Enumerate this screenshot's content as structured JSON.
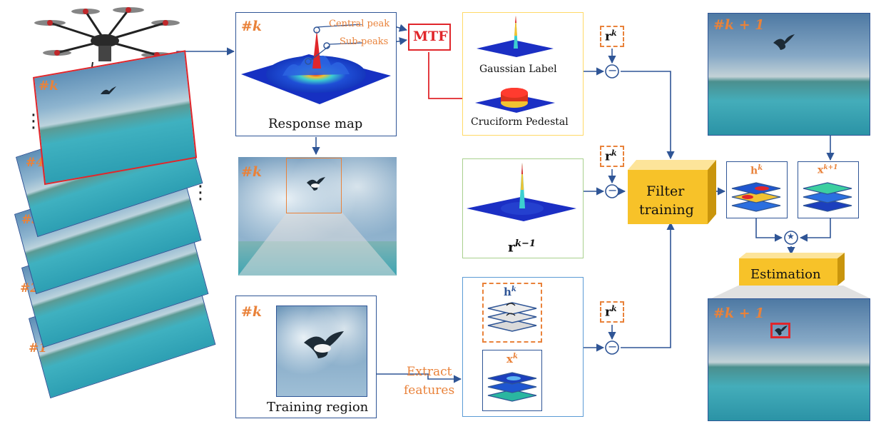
{
  "frames": {
    "stack_labels": [
      "#1",
      "#2",
      "#3",
      "#4",
      "#k"
    ],
    "ellipsis": "⋮",
    "frame_k": "#k",
    "frame_k1": "#k + 1"
  },
  "response": {
    "label": "Response map",
    "central_peak": "Central peak",
    "sub_peaks": "Sub-peaks"
  },
  "mtf": {
    "label": "MTF"
  },
  "labels": {
    "gaussian": "Gaussian Label",
    "cruciform": "Cruciform Pedestal",
    "r_prev": "r",
    "r_prev_sup": "k−1",
    "r_k": "r",
    "r_k_sup": "k",
    "plus": "+",
    "minus": "−",
    "star": "★"
  },
  "filter": {
    "line1": "Filter",
    "line2": "training"
  },
  "estimation": {
    "label": "Estimation"
  },
  "training": {
    "label": "Training region"
  },
  "extract": {
    "line1": "Extract",
    "line2": "features"
  },
  "features": {
    "h": "h",
    "h_sup": "k",
    "x": "x",
    "x_sup": "k",
    "x1_sup": "k+1"
  },
  "colors": {
    "blue": "#2f5596",
    "orange": "#e9823a",
    "red": "#e0262b",
    "gold": "#f7c229",
    "green_border": "#a8d08d",
    "yellow_border": "#ffd966",
    "lightblue_border": "#5b9bd5"
  }
}
